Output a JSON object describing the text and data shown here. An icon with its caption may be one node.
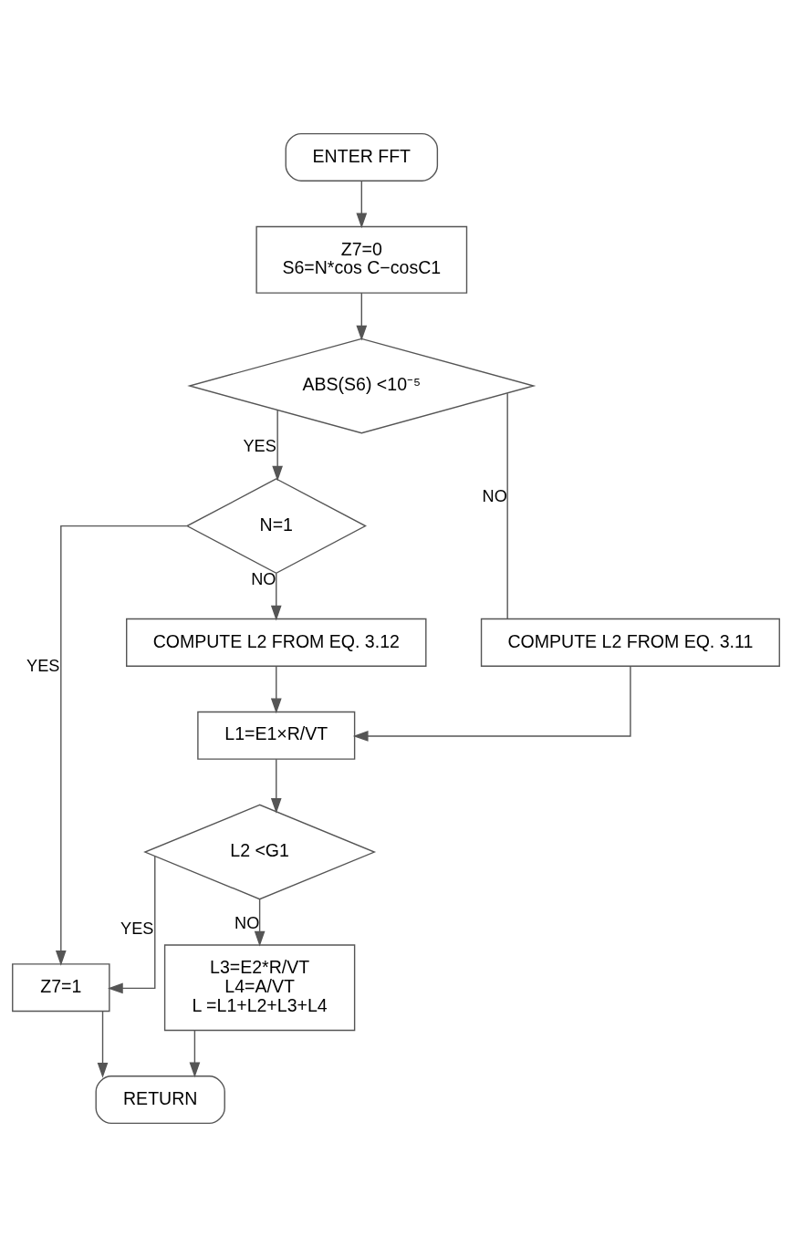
{
  "diagram": {
    "nodes": [
      {
        "text": [
          "ENTER FFT"
        ]
      },
      {
        "text": [
          "Z7=0",
          "S6=N*cos C−cosC1"
        ]
      },
      {
        "text": [
          "ABS(S6) <10⁻⁵"
        ]
      },
      {
        "text": [
          "N=1"
        ]
      },
      {
        "text": [
          "COMPUTE L2 FROM EQ. 3.11"
        ]
      },
      {
        "text": [
          "COMPUTE L2 FROM EQ. 3.12"
        ]
      },
      {
        "text": [
          "L1=E1×R/VT"
        ]
      },
      {
        "text": [
          "L2 <G1"
        ]
      },
      {
        "text": [
          "L3=E2*R/VT",
          "L4=A/VT",
          "L =L1+L2+L3+L4"
        ]
      },
      {
        "text": [
          "Z7=1"
        ]
      },
      {
        "text": [
          "RETURN"
        ]
      }
    ],
    "edges": [
      {
        "from": 0,
        "to": 1,
        "arrow": "to"
      },
      {
        "from": 1,
        "to": 2,
        "arrow": "to"
      },
      {
        "from": 2,
        "to": 4,
        "arrow": "none",
        "label": "NO"
      },
      {
        "from": 2,
        "to": 3,
        "arrow": "to",
        "label": "YES"
      },
      {
        "from": 3,
        "to": 5,
        "arrow": "to",
        "label": "NO"
      },
      {
        "from": 3,
        "to": 9,
        "arrow": "to",
        "label": "YES"
      },
      {
        "from": 4,
        "to": 6,
        "arrow": "to"
      },
      {
        "from": 5,
        "to": 6,
        "arrow": "to"
      },
      {
        "from": 6,
        "to": 7,
        "arrow": "to"
      },
      {
        "from": 7,
        "to": 9,
        "arrow": "to",
        "label": "YES"
      },
      {
        "from": 7,
        "to": 8,
        "arrow": "to",
        "label": "NO"
      },
      {
        "from": 8,
        "to": 10,
        "arrow": "to"
      },
      {
        "from": 9,
        "to": 10,
        "arrow": "to"
      }
    ]
  }
}
